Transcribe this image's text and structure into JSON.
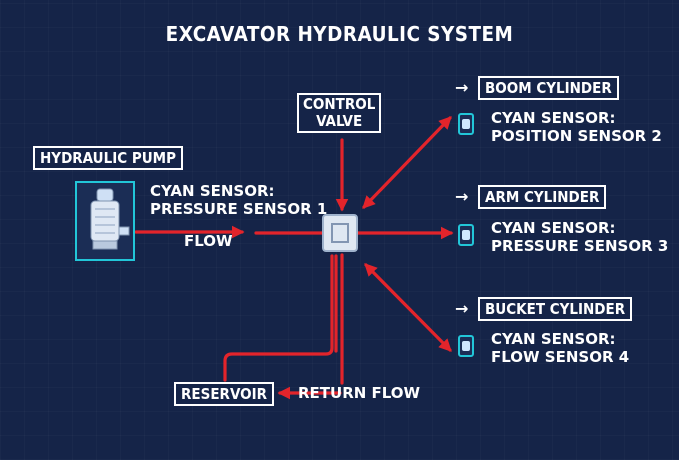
{
  "title": "EXCAVATOR HYDRAULIC SYSTEM",
  "components": {
    "pump": "HYDRAULIC PUMP",
    "valve_line1": "CONTROL",
    "valve_line2": "VALVE",
    "boom": "BOOM CYLINDER",
    "arm": "ARM CYLINDER",
    "bucket": "BUCKET CYLINDER",
    "reservoir": "RESERVOIR"
  },
  "arrow_prefix": "→",
  "sensors": {
    "s1_line1": "CYAN SENSOR:",
    "s1_line2": "PRESSURE SENSOR 1",
    "s2_line1": "CYAN SENSOR:",
    "s2_line2": "POSITION SENSOR 2",
    "s3_line1": "CYAN SENSOR:",
    "s3_line2": "PRESSURE SENSOR 3",
    "s4_line1": "CYAN SENSOR:",
    "s4_line2": "FLOW SENSOR 4"
  },
  "flow_labels": {
    "flow": "FLOW",
    "return_flow": "RETURN FLOW"
  },
  "colors": {
    "background": "#152448",
    "line": "#e3242b",
    "sensor": "#22c6d8",
    "text": "#ffffff"
  },
  "icons": {
    "pump": "hydraulic-pump-icon",
    "valve": "control-valve-icon",
    "sensor": "sensor-icon"
  }
}
